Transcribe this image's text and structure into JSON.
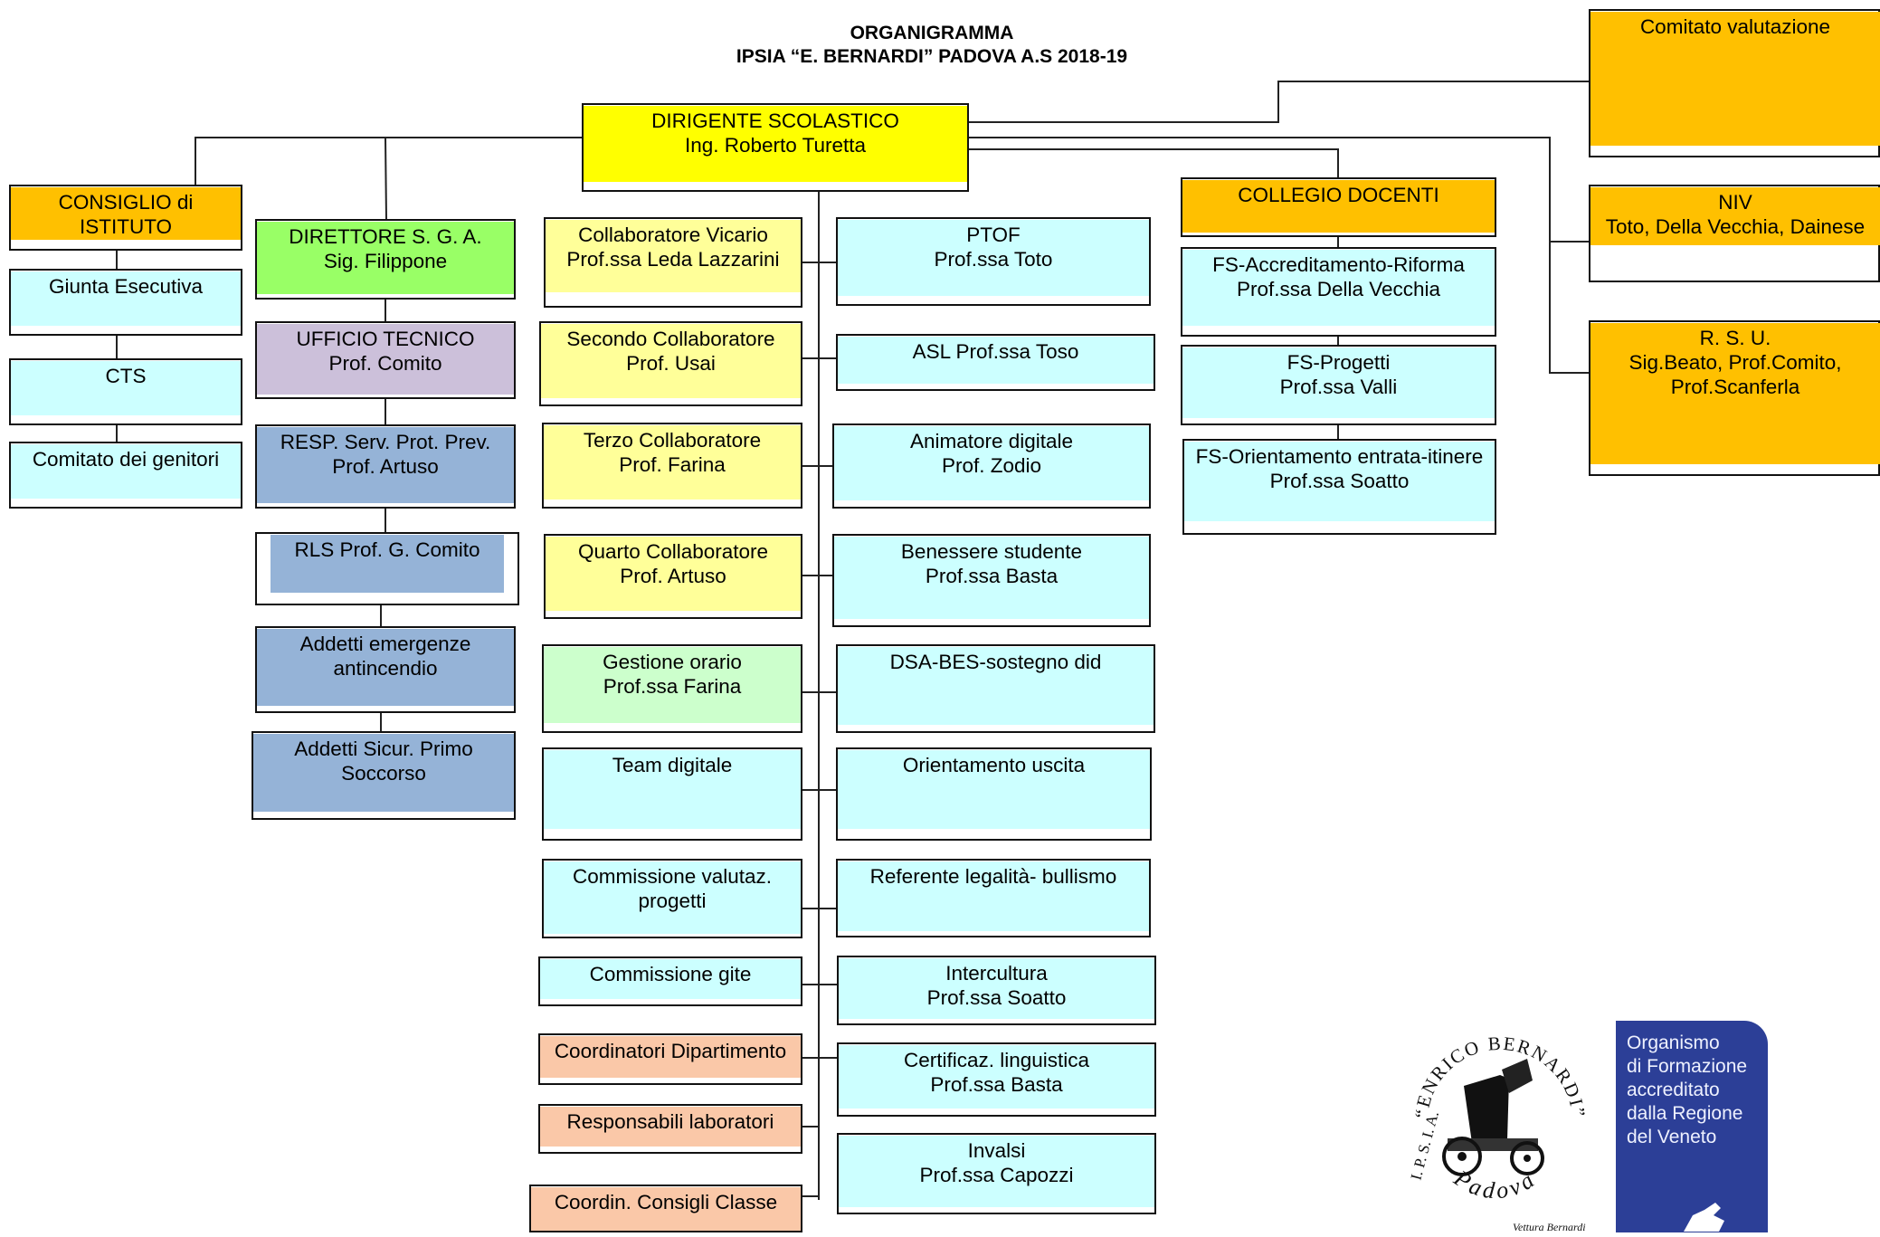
{
  "header": {
    "title": "ORGANIGRAMMA",
    "subtitle": "IPSIA “E. BERNARDI” PADOVA A.S 2018-19"
  },
  "colors": {
    "yellow": "#ffff00",
    "orange": "#ffc000",
    "cyan": "#ccffff",
    "green": "#99ff66",
    "light_green": "#ccffcc",
    "lavender": "#ccc0da",
    "steel_blue": "#95b3d7",
    "light_yellow": "#ffff99",
    "peach": "#fac8a8",
    "regione_blue": "#2c3f97"
  },
  "nodes": {
    "dirigente": [
      "DIRIGENTE SCOLASTICO",
      "Ing. Roberto Turetta"
    ],
    "consiglio_istituto": [
      "CONSIGLIO di",
      "ISTITUTO"
    ],
    "giunta": [
      "Giunta Esecutiva"
    ],
    "cts": [
      "CTS"
    ],
    "genitori": [
      "Comitato dei genitori"
    ],
    "dsga": [
      "DIRETTORE S. G. A.",
      "Sig. Filippone"
    ],
    "ufficio_tecnico": [
      "UFFICIO TECNICO",
      "Prof. Comito"
    ],
    "resp_serv": [
      "RESP. Serv. Prot. Prev.",
      "Prof. Artuso"
    ],
    "rls": [
      "RLS Prof. G. Comito"
    ],
    "addetti_emergenze": [
      "Addetti emergenze",
      "antincendio"
    ],
    "addetti_primo": [
      "Addetti Sicur. Primo",
      "Soccorso"
    ],
    "collab_vicario": [
      "Collaboratore Vicario",
      "Prof.ssa Leda Lazzarini"
    ],
    "secondo_collab": [
      "Secondo Collaboratore",
      "Prof. Usai"
    ],
    "terzo_collab": [
      "Terzo Collaboratore",
      "Prof. Farina"
    ],
    "quarto_collab": [
      "Quarto Collaboratore",
      "Prof. Artuso"
    ],
    "gestione_orario": [
      "Gestione orario",
      "Prof.ssa Farina"
    ],
    "team_digitale": [
      "Team digitale"
    ],
    "comm_valutaz": [
      "Commissione valutaz.",
      "progetti"
    ],
    "comm_gite": [
      "Commissione gite"
    ],
    "coord_dip": [
      "Coordinatori Dipartimento"
    ],
    "resp_lab": [
      "Responsabili laboratori"
    ],
    "coord_consigli": [
      "Coordin. Consigli Classe"
    ],
    "ptof": [
      "PTOF",
      "Prof.ssa Toto"
    ],
    "asl": [
      "ASL Prof.ssa Toso"
    ],
    "animatore": [
      "Animatore digitale",
      "Prof. Zodio"
    ],
    "benessere": [
      "Benessere studente",
      "Prof.ssa Basta"
    ],
    "dsa": [
      "DSA-BES-sostegno did"
    ],
    "orient_uscita": [
      "Orientamento uscita"
    ],
    "legalita": [
      "Referente legalità- bullismo"
    ],
    "intercultura": [
      "Intercultura",
      "Prof.ssa Soatto"
    ],
    "certificaz": [
      "Certificaz. linguistica",
      "Prof.ssa Basta"
    ],
    "invalsi": [
      "Invalsi",
      "Prof.ssa Capozzi"
    ],
    "collegio": [
      "COLLEGIO DOCENTI"
    ],
    "fs_accred": [
      "FS-Accreditamento-Riforma",
      "Prof.ssa Della Vecchia"
    ],
    "fs_progetti": [
      "FS-Progetti",
      "Prof.ssa Valli"
    ],
    "fs_orient": [
      "FS-Orientamento entrata-itinere",
      "Prof.ssa Soatto"
    ],
    "comitato_valutazione": [
      "Comitato valutazione"
    ],
    "niv": [
      "NIV",
      "Toto, Della Vecchia, Dainese"
    ],
    "rsu": [
      "R. S. U.",
      "Sig.Beato, Prof.Comito,",
      "Prof.Scanferla"
    ]
  },
  "logo": {
    "arc_text": "“ENRICO BERNARDI”",
    "left_text": "I. P. S. I. A.",
    "city": "Padova",
    "caption": "Vettura Bernardi"
  },
  "regione": {
    "lines": [
      "Organismo",
      "di Formazione",
      "accreditato",
      "dalla Regione",
      "del Veneto"
    ]
  }
}
